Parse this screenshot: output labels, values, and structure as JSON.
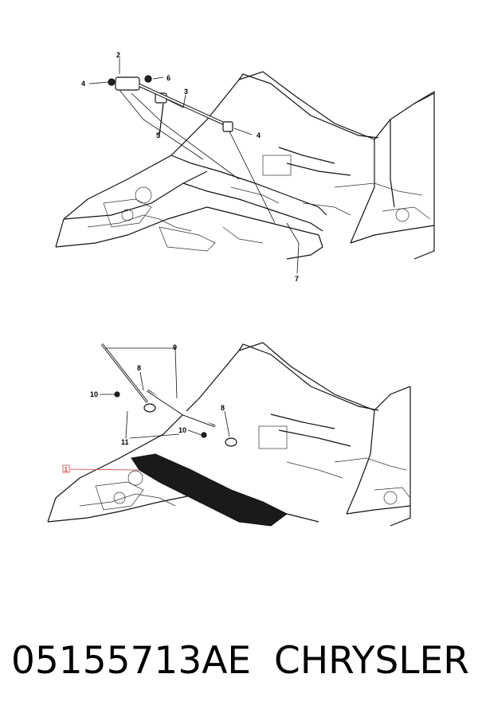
{
  "upper_diagram": {
    "callouts": [
      "2",
      "4",
      "6",
      "3",
      "5",
      "4",
      "7"
    ]
  },
  "lower_diagram": {
    "callouts": [
      "9",
      "8",
      "10",
      "8",
      "10",
      "11",
      "1"
    ],
    "highlight_color": "#d44040"
  },
  "caption": {
    "part_number": "05155713AE",
    "brand": "CHRYSLER"
  }
}
